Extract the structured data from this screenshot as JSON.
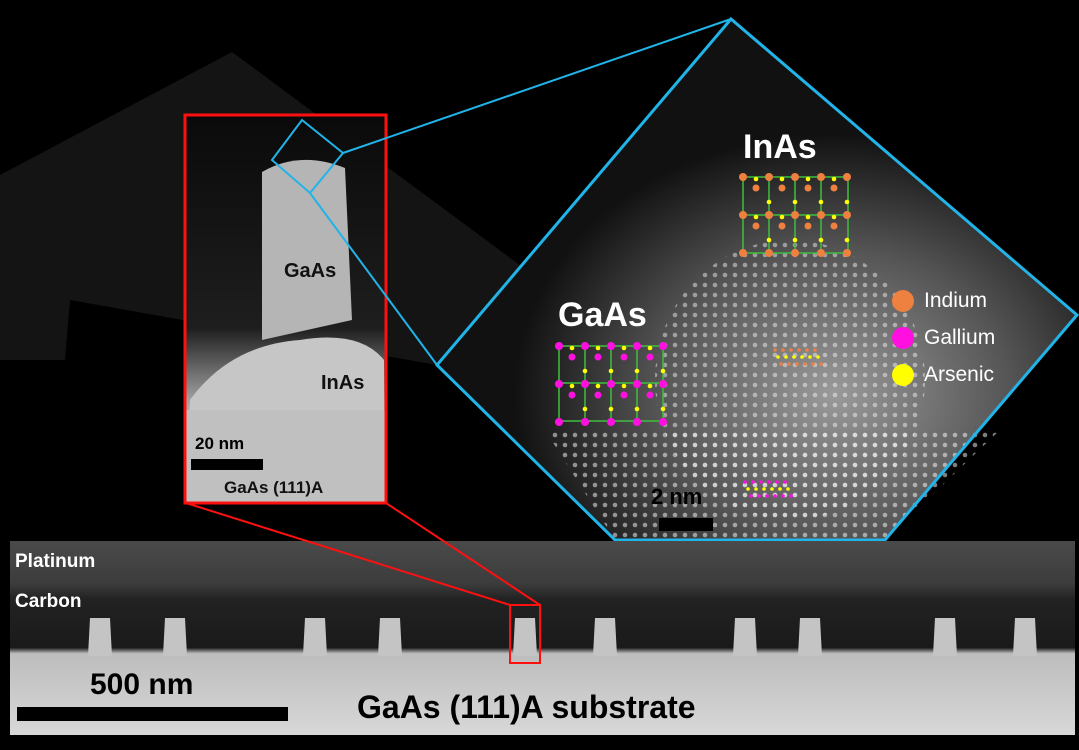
{
  "inset": {
    "label_gaas": "GaAs",
    "label_inas": "InAs",
    "scale_label": "20 nm",
    "substrate_label": "GaAs (111)A"
  },
  "hrtem": {
    "label_inas": "InAs",
    "label_gaas": "GaAs",
    "scale_label": "2 nm",
    "legend": [
      {
        "label": "Indium",
        "color": "#ee8040"
      },
      {
        "label": "Gallium",
        "color": "#ff10e0"
      },
      {
        "label": "Arsenic",
        "color": "#ffff00"
      }
    ]
  },
  "overview": {
    "layer_platinum": "Platinum",
    "layer_carbon": "Carbon",
    "scale_label": "500 nm",
    "substrate_label": "GaAs (111)A substrate"
  },
  "colors": {
    "zoom_red": "#ff1010",
    "zoom_cyan": "#20b4e8"
  }
}
